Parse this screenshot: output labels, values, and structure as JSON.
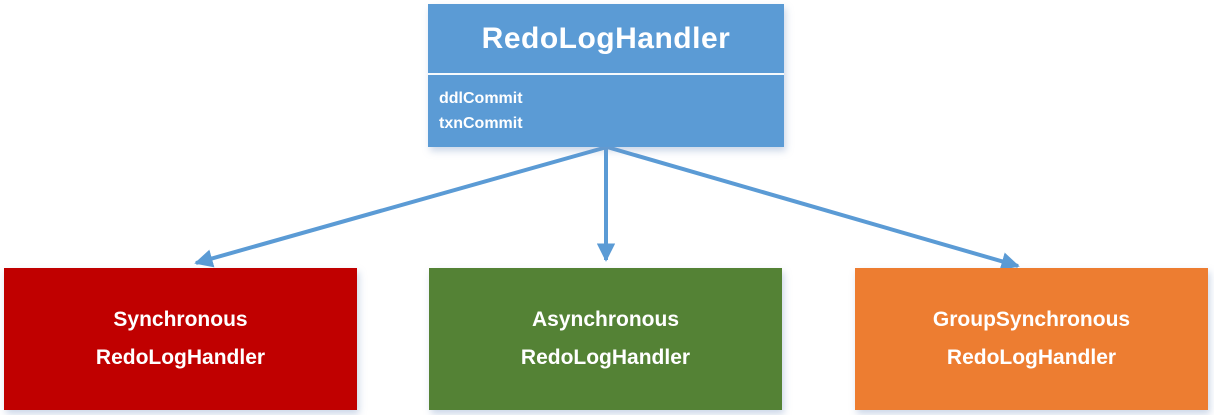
{
  "diagram": {
    "arrow_color": "#5B9BD5",
    "root": {
      "title": "RedoLogHandler",
      "methods": [
        "ddlCommit",
        "txnCommit"
      ],
      "color": "#5B9BD5"
    },
    "children": [
      {
        "line1": "Synchronous",
        "line2": "RedoLogHandler",
        "color": "#C00000"
      },
      {
        "line1": "Asynchronous",
        "line2": "RedoLogHandler",
        "color": "#548235"
      },
      {
        "line1": "GroupSynchronous",
        "line2": "RedoLogHandler",
        "color": "#ED7D31"
      }
    ]
  }
}
